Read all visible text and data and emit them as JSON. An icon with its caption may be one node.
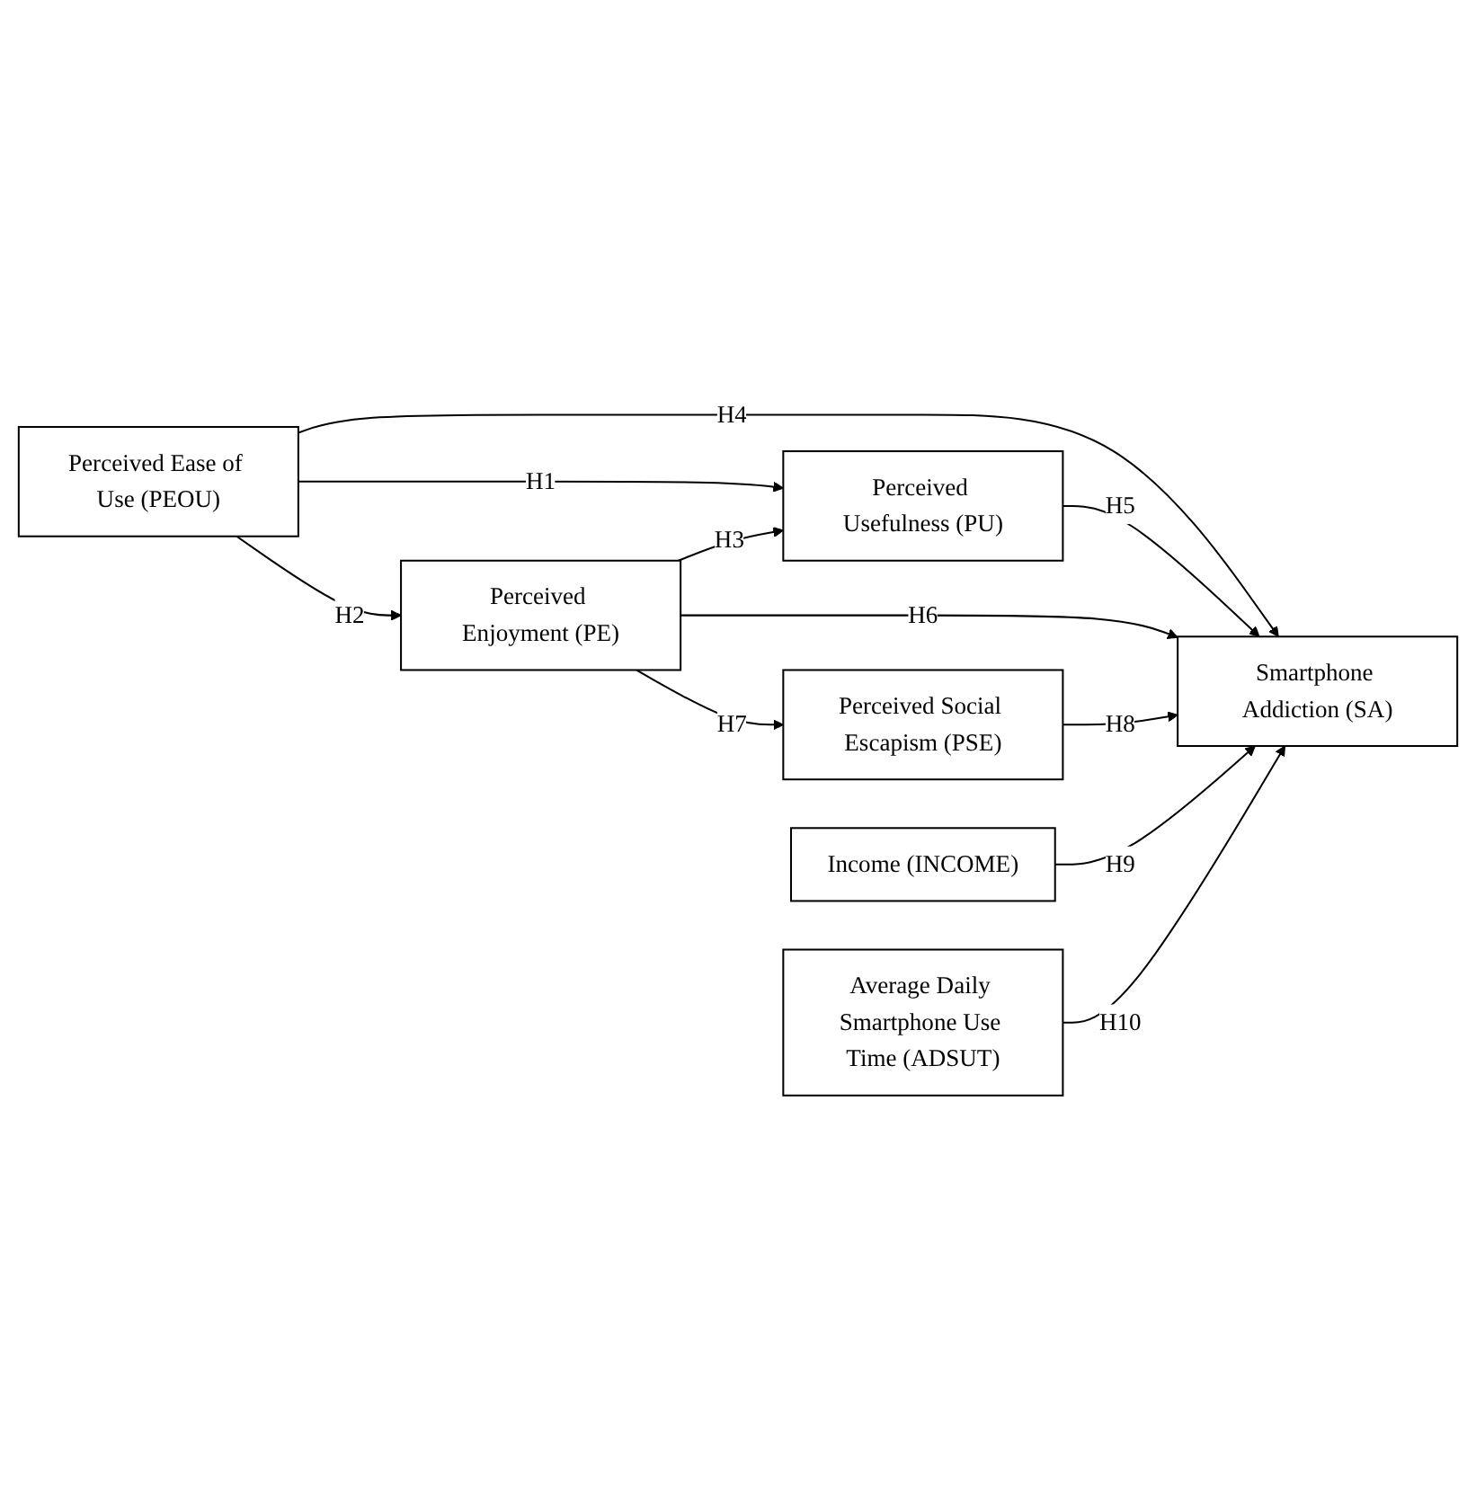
{
  "diagram": {
    "nodes": [
      {
        "text": [
          "Perceived Enjoyment (PE)"
        ]
      },
      {
        "text": [
          "Perceived Social Escapism (PSE)"
        ]
      },
      {
        "text": [
          "Perceived Ease of Use (PEOU)"
        ]
      },
      {
        "text": [
          "Smartphone Addiction (SA)"
        ]
      },
      {
        "text": [
          "Perceived Usefulness (PU)"
        ]
      },
      {
        "text": [
          "Income (INCOME)"
        ]
      },
      {
        "text": [
          "Average Daily Smartphone Use Time (ADSUT)"
        ]
      }
    ],
    "edges": [
      {
        "from": 2,
        "to": 4,
        "arrow": "to",
        "label": "H1"
      },
      {
        "from": 2,
        "to": 0,
        "arrow": "to",
        "label": "H2"
      },
      {
        "from": 0,
        "to": 4,
        "arrow": "to",
        "label": "H3"
      },
      {
        "from": 2,
        "to": 3,
        "arrow": "to",
        "label": "H4"
      },
      {
        "from": 4,
        "to": 3,
        "arrow": "to",
        "label": "H5"
      },
      {
        "from": 0,
        "to": 3,
        "arrow": "to",
        "label": "H6"
      },
      {
        "from": 0,
        "to": 1,
        "arrow": "to",
        "label": "H7"
      },
      {
        "from": 1,
        "to": 3,
        "arrow": "to",
        "label": "H8"
      },
      {
        "from": 5,
        "to": 3,
        "arrow": "to",
        "label": "H9"
      },
      {
        "from": 6,
        "to": 3,
        "arrow": "to",
        "label": "H10"
      }
    ]
  }
}
